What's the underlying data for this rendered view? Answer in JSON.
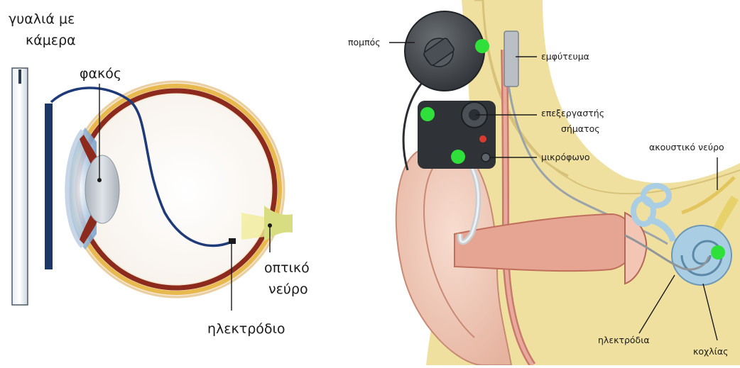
{
  "eye_diagram": {
    "labels": {
      "glasses_camera_line1": "γυαλιά με",
      "glasses_camera_line2": "κάμερα",
      "lens": "φακός",
      "optic_nerve_line1": "οπτικό",
      "optic_nerve_line2": "νεύρο",
      "electrode": "ηλεκτρόδιο"
    }
  },
  "ear_diagram": {
    "labels": {
      "transmitter": "πομπός",
      "implant": "εμφύτευμα",
      "signal_processor_line1": "επεξεργαστής",
      "signal_processor_line2": "σήματος",
      "microphone": "μικρόφωνο",
      "auditory_nerve": "ακουστικό νεύρο",
      "electrodes": "ηλεκτρόδια",
      "cochlea": "κοχλίας"
    },
    "marker_color": "#2fe03a"
  },
  "colors": {
    "bone": "#efe0a0",
    "canal": "#e7a99a",
    "eye_wall": "#8c2a1e",
    "cable": "#1f3a78",
    "device": "#3f4347",
    "inner_ear": "#a9cde3"
  }
}
